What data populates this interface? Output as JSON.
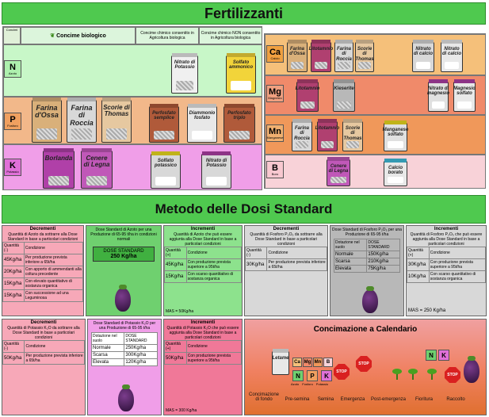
{
  "top_banner": {
    "title": "Fertilizzanti"
  },
  "middle_banner": {
    "title": "Metodo delle Dosi Standard"
  },
  "headers": {
    "concimi": "Concimi",
    "biologico": "Concime biologico",
    "chimico_bio": "Concime chimico consentito in Agricoltura biologica",
    "chimico_non_bio": "Concime chimico NON consentito in Agricoltura biologica"
  },
  "left_rows": [
    {
      "symbol": "N",
      "name": "Azoto"
    },
    {
      "symbol": "P",
      "name": "Fosforo"
    },
    {
      "symbol": "K",
      "name": "Potassio"
    }
  ],
  "right_rows": [
    {
      "symbol": "Ca",
      "name": "Calcio"
    },
    {
      "symbol": "Mg",
      "name": "Magnesio"
    },
    {
      "symbol": "Mn",
      "name": "Manganese"
    },
    {
      "symbol": "B",
      "name": "Boro"
    }
  ],
  "left_bags": {
    "n_chim_a": "Nitrato di Potassio",
    "n_chim_b": "Solfato ammonico",
    "p_bio_a": "Farina d'Ossa",
    "p_bio_b": "Farina di Roccia",
    "p_bio_c": "Scorie di Thomas",
    "p_chim_a": "Perfosfato semplice",
    "p_chim_b": "Diammonio fosfato",
    "p_chim_c": "Perfosfato triplo",
    "k_bio_a": "Borlanda",
    "k_bio_b": "Cenere di Legna",
    "k_chim_a": "Solfato potassico",
    "k_chim_b": "Nitrato di Potassio"
  },
  "right_bags": {
    "ca_a": "Farina d'Ossa",
    "ca_b": "Litotamnio",
    "ca_c": "Farina di Roccia",
    "ca_d": "Scorie di Thomas",
    "ca_e": "Nitrato di calcio",
    "ca_f": "Nitrato di calcio",
    "mg_a": "Litotamnio",
    "mg_b": "Kieserite",
    "mg_c": "Nitrato di magnesio",
    "mg_d": "Magnesio solfato",
    "mn_a": "Farina di Roccia",
    "mn_b": "Litotamnio",
    "mn_c": "Scorie di Thomas",
    "mn_d": "Manganese solfato",
    "b_a": "Cenere di Legna",
    "b_b": "Calcio borato"
  },
  "azoto": {
    "decrementi_title": "Decrementi",
    "decrementi_sub": "Quantità di Azoto da sottrarre alla Dose Standard in base a particolari condizioni",
    "col_qty_minus": "Quantità (-)",
    "col_cond": "Condizione",
    "dec_rows": [
      {
        "q": "45Kg/ha",
        "c": "Per produzione prevista inferiore a 65t/ha"
      },
      {
        "q": "20Kg/ha",
        "c": "Con apporto di ammendanti alla coltura precedente"
      },
      {
        "q": "15Kg/ha",
        "c": "Con elevato quantitativo di sostanza organica"
      },
      {
        "q": "15Kg/ha",
        "c": "Con successione ad una Leguminosa"
      }
    ],
    "std_title": "Dose Standard di Azoto per una Produzione di 65-95 t/ha in condizioni normali",
    "std_box": "DOSE STANDARD",
    "std_value": "250 Kg/ha",
    "inc_title": "Incrementi",
    "inc_sub": "Quantità di Azoto che può essere aggiunta alla Dose Standard in base a particolari condizioni",
    "col_qty_plus": "Quantità (+)",
    "inc_rows": [
      {
        "q": "45Kg/ha",
        "c": "Con produzione prevista superiore a 95t/ha"
      },
      {
        "q": "15Kg/ha",
        "c": "Con scarso quantitativo di sostanza organica"
      }
    ],
    "mas": "MAS = 50Kg/ha"
  },
  "fosforo": {
    "decrementi_title": "Decrementi",
    "decrementi_sub": "Quantità di Fosforo P₂O₅ da sottrarre alla Dose Standard in base a particolari condizioni",
    "col_qty_minus": "Quantità (-)",
    "col_cond": "Condizione",
    "dec_rows": [
      {
        "q": "30Kg/ha",
        "c": "Per produzione prevista inferiore a 65t/ha"
      }
    ],
    "std_title": "Dose Standard di Fosforo P₂O₅ per una Produzione di 65-95 t/ha",
    "std_col1": "Dotazione nel suolo",
    "std_col2": "DOSE STANDARD",
    "std_rows": [
      {
        "a": "Normale",
        "b": "150Kg/ha"
      },
      {
        "a": "Scarsa",
        "b": "210Kg/ha"
      },
      {
        "a": "Elevata",
        "b": "75Kg/ha"
      }
    ],
    "inc_title": "Incrementi",
    "inc_sub": "Quantità di Fosforo P₂O₅ che può essere aggiunta alla Dose Standard in base a particolari condizioni",
    "col_qty_plus": "Quantità (+)",
    "inc_rows": [
      {
        "q": "30Kg/ha",
        "c": "Con produzione prevista superiore a 95t/ha"
      },
      {
        "q": "10Kg/ha",
        "c": "Con scarso quantitativo di sostanza organica"
      }
    ],
    "mas": "MAS = 250 Kg/ha"
  },
  "potassio": {
    "decrementi_title": "Decrementi",
    "decrementi_sub": "Quantità di Potassio K₂O da sottrarre alla Dose Standard in base a particolari condizioni",
    "col_qty_minus": "Quantità (-)",
    "col_cond": "Condizione",
    "dec_rows": [
      {
        "q": "50Kg/ha",
        "c": "Per produzione prevista inferiore a 65t/ha"
      }
    ],
    "std_title": "Dose Standard di Potassio K₂O per una Produzione di 65-95 t/ha",
    "std_col1": "Dotazione nel suolo",
    "std_col2": "DOSE STANDARD",
    "std_rows": [
      {
        "a": "Normale",
        "b": "250Kg/ha"
      },
      {
        "a": "Scarsa",
        "b": "300Kg/ha"
      },
      {
        "a": "Elevata",
        "b": "120Kg/ha"
      }
    ],
    "inc_title": "Incrementi",
    "inc_sub": "Quantità di Potassio K₂O che può essere aggiunta alla Dose Standard in base a particolari condizioni",
    "col_qty_plus": "Quantità (+)",
    "inc_rows": [
      {
        "q": "50Kg/ha",
        "c": "Con produzione prevista superiore a 95t/ha"
      }
    ],
    "mas": "MAS = 300 Kg/ha"
  },
  "calendario": {
    "title": "Concimazione a Calendario",
    "stop": "STOP",
    "bag_label": "Letame",
    "tags": [
      "Ca",
      "Mg",
      "Mn",
      "B",
      "N",
      "P",
      "K",
      "N",
      "K"
    ],
    "sub_tags": [
      "Azoto",
      "Fosforo",
      "Potassio"
    ],
    "phases": [
      "Concimazione di fondo",
      "Pre-semina",
      "Semina",
      "Emergenza",
      "Post-emergenza",
      "Fioritura",
      "Raccolto"
    ]
  }
}
